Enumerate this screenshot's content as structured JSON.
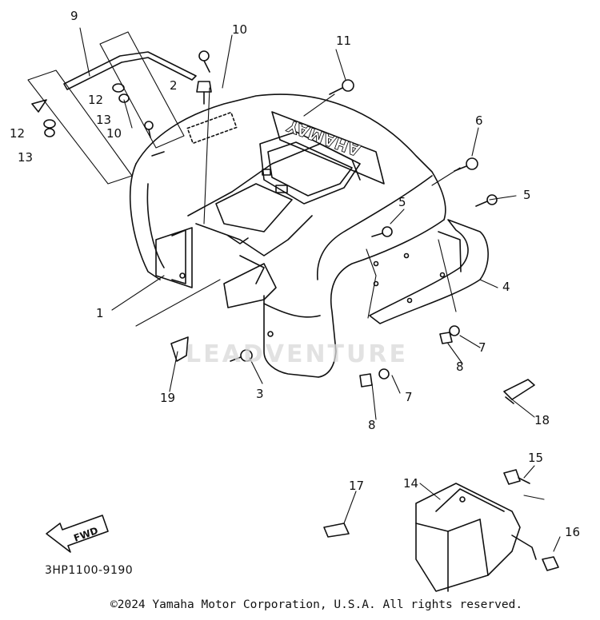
{
  "diagram": {
    "callouts": [
      "1",
      "2",
      "3",
      "4",
      "5",
      "5",
      "6",
      "7",
      "7",
      "8",
      "8",
      "9",
      "10",
      "10",
      "11",
      "12",
      "12",
      "13",
      "13",
      "14",
      "15",
      "16",
      "17",
      "18",
      "19"
    ],
    "fender_logo": "YAMAHA",
    "fwd_arrow_label": "FWD",
    "part_code": "3HP1100-9190",
    "watermark": "LEADVENTURE",
    "copyright": "©2024 Yamaha Motor Corporation, U.S.A. All rights reserved."
  }
}
